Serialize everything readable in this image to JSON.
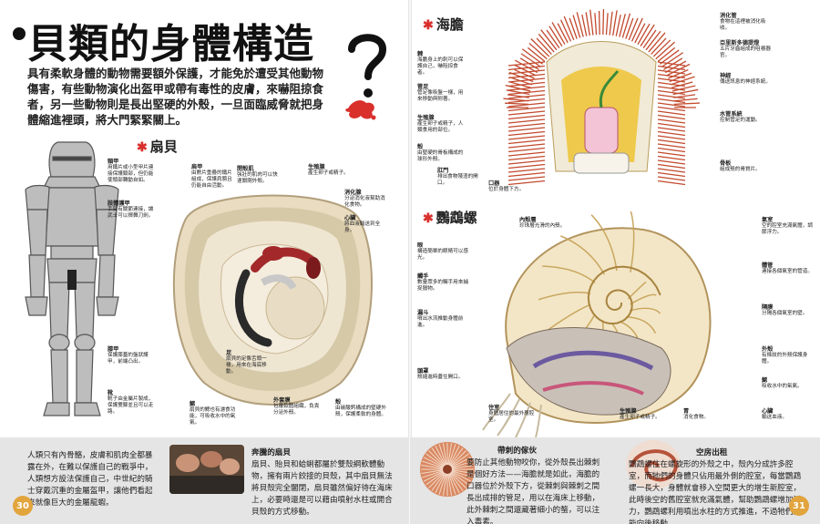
{
  "left_page": {
    "title": "貝類的身體構造",
    "intro": "具有柔軟身體的動物需要額外保護，才能免於遭受其他動物傷害，有些動物演化出盔甲或帶有毒性的皮膚，來嚇阻掠食者，另一些動物則是長出堅硬的外殼，一旦面臨威脅就把身體縮進裡頭，將大門緊緊關上。",
    "scallop": {
      "heading": "扇貝",
      "labels": [
        {
          "title": "頸甲",
          "text": "用鐵片或小型甲片連接保護頸部，但仍能使頭部轉動自如。"
        },
        {
          "title": "肩甲",
          "text": "由數片重疊的鐵片組成，保護肩膀且仍能自由活動。"
        },
        {
          "title": "肢體護甲",
          "text": "手臂有關節連接，讓武士可以揮舞刀劍。"
        },
        {
          "title": "膝甲",
          "text": "保護膝蓋的盤狀護甲，前端凸出。"
        },
        {
          "title": "靴",
          "text": "靴子由金屬片製成，保護雙腳並且可以走路。"
        },
        {
          "title": "鰓",
          "text": "扇貝的鰓也有濾食功能，可吸收水中的氧氣。"
        },
        {
          "title": "足",
          "text": "扇貝的足像舌頭一樣，用來在海底移動。"
        },
        {
          "title": "外套膜",
          "text": "包覆軟體組織，負責分泌外殼。"
        },
        {
          "title": "殼",
          "text": "由碳酸鈣構成的堅硬外殼，保護柔軟的身體。"
        },
        {
          "title": "閉殼肌",
          "text": "強壯的肌肉可以快速關閉外殼。"
        },
        {
          "title": "心臟",
          "text": "將血液輸送到全身。"
        },
        {
          "title": "消化腺",
          "text": "分泌消化液幫助消化食物。"
        },
        {
          "title": "生殖腺",
          "text": "產生卵子或精子。"
        }
      ]
    },
    "bottom_box": {
      "text": "人類只有內骨骼，皮膚和肌肉全都暴露在外，在難以保護自己的戰爭中，人類想方設法保護自己，中世紀的騎士穿戴沉重的金屬盔甲，讓他們看起來就像巨大的金屬龍蝦。",
      "subtitle": "奔騰的扇貝",
      "subtext": "扇貝、貽貝和蛤蜊都屬於雙殼綱軟體動物，擁有兩片鉸接的貝殼，其中扇貝無法將貝殼完全闔閉，扇貝雖然偏好待在海床上，必要時還是可以藉由噴射水柱或開合貝殼的方式移動。"
    },
    "page_number": "30"
  },
  "right_page": {
    "urchin": {
      "heading": "海膽",
      "labels": [
        {
          "title": "棘",
          "text": "海膽身上的刺可以保護自己，嚇阻掠食者。"
        },
        {
          "title": "管足",
          "text": "管足像吸盤一樣，用來移動與附著。"
        },
        {
          "title": "生殖腺",
          "text": "產生卵子或精子，人類食用的部位。"
        },
        {
          "title": "殼",
          "text": "由堅硬的骨板構成的球形外殼。"
        },
        {
          "title": "肛門",
          "text": "排出食物殘渣的開口。"
        },
        {
          "title": "口器",
          "text": "位於身體下方。"
        },
        {
          "title": "消化管",
          "text": "食物在這裡被消化吸收。"
        },
        {
          "title": "亞里斯多德提燈",
          "text": "五片牙齒組成的咀嚼器官。"
        },
        {
          "title": "神經",
          "text": "傳送訊息的神經系統。"
        },
        {
          "title": "水管系統",
          "text": "控制管足的運動。"
        },
        {
          "title": "骨板",
          "text": "組成殼的骨質片。"
        }
      ]
    },
    "nautilus": {
      "heading": "鸚鵡螺",
      "labels": [
        {
          "title": "眼",
          "text": "構造簡單的眼睛可以感光。"
        },
        {
          "title": "觸手",
          "text": "數量眾多的觸手用來捕捉獵物。"
        },
        {
          "title": "漏斗",
          "text": "噴出水流推動身體前進。"
        },
        {
          "title": "內殼層",
          "text": "珍珠層光滑的內殼。"
        },
        {
          "title": "氣室",
          "text": "空的腔室充滿氣體，調節浮力。"
        },
        {
          "title": "體管",
          "text": "連接各個氣室的管道。"
        },
        {
          "title": "隔膜",
          "text": "分隔各個氣室的壁。"
        },
        {
          "title": "外殼",
          "text": "有條紋的外殼保護身體。"
        },
        {
          "title": "鰓",
          "text": "吸收水中的氧氣。"
        },
        {
          "title": "心臟",
          "text": "輸送血液。"
        },
        {
          "title": "胃",
          "text": "消化食物。"
        },
        {
          "title": "生殖腺",
          "text": "產生卵子或精子。"
        },
        {
          "title": "頭罩",
          "text": "殼縮進時蓋住開口。"
        },
        {
          "title": "住室",
          "text": "身體居住的最外層腔室。"
        }
      ]
    },
    "bottom_box": {
      "subtitle1": "帶刺的傢伙",
      "text1": "要防止其他動物咬你，從外殼長出棘刺是個好方法——海膽就是如此，海膽的口器位於外殼下方，從棘刺與棘刺之間長出成排的管足，用以在海床上移動，此外棘刺之間還藏著細小的螯，可以注入毒素。",
      "subtitle2": "空房出租",
      "text2": "鸚鵡螺住在螺旋形的外殼之中，殼內分成許多腔室，而牠們的身體只佔用最外側的腔室，每當鸚鵡螺一長大，身體就會移入空間更大的增生新腔室，此時後空的舊腔室就充滿氣體，幫助鸚鵡螺增加浮力，鸚鵡螺利用噴出水柱的方式推進，不過牠們只能向後移動。"
    },
    "page_number": "31"
  },
  "colors": {
    "accent_red": "#d9302c",
    "page_badge": "#e2a43c",
    "box_bg": "#e5e5e5"
  }
}
